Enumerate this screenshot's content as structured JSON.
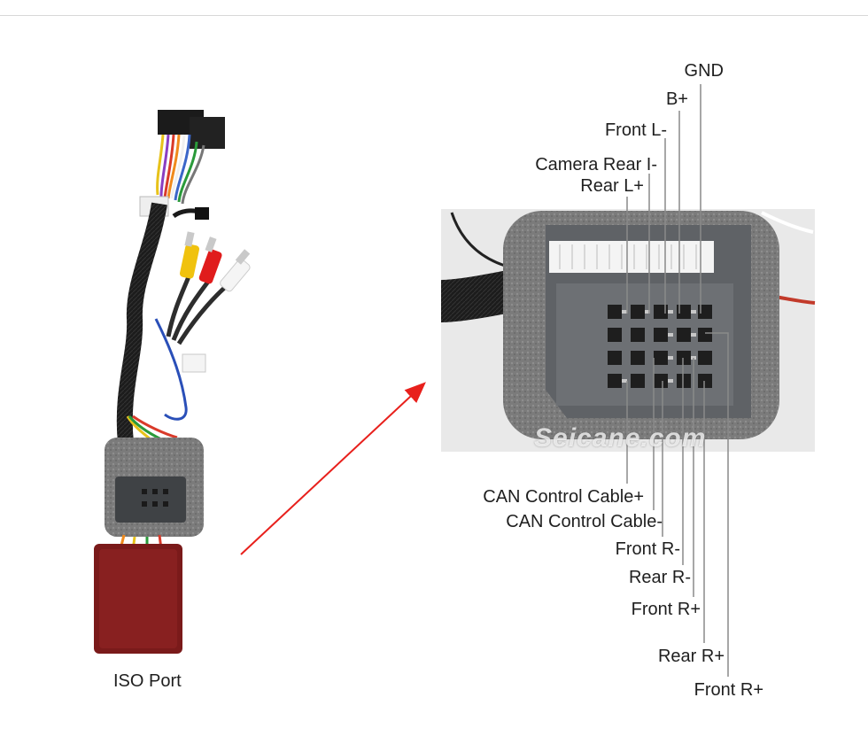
{
  "iso_port_caption": "ISO Port",
  "watermark": "Seicane.com",
  "pin_labels_top": [
    "GND",
    "B+",
    "Front L-",
    "Camera Rear I-",
    "Rear L+"
  ],
  "pin_labels_bottom": [
    "CAN Control Cable+",
    "CAN Control Cable-",
    "Front R-",
    "Rear R-",
    "Front R+",
    "Rear R+",
    "Front R+"
  ],
  "colors": {
    "arrow": "#e8201c",
    "leader_line": "#8a8a8a",
    "foam": "#7b7b7b",
    "connector_body": "#5f6266",
    "module_red": "#7a1a1a"
  }
}
